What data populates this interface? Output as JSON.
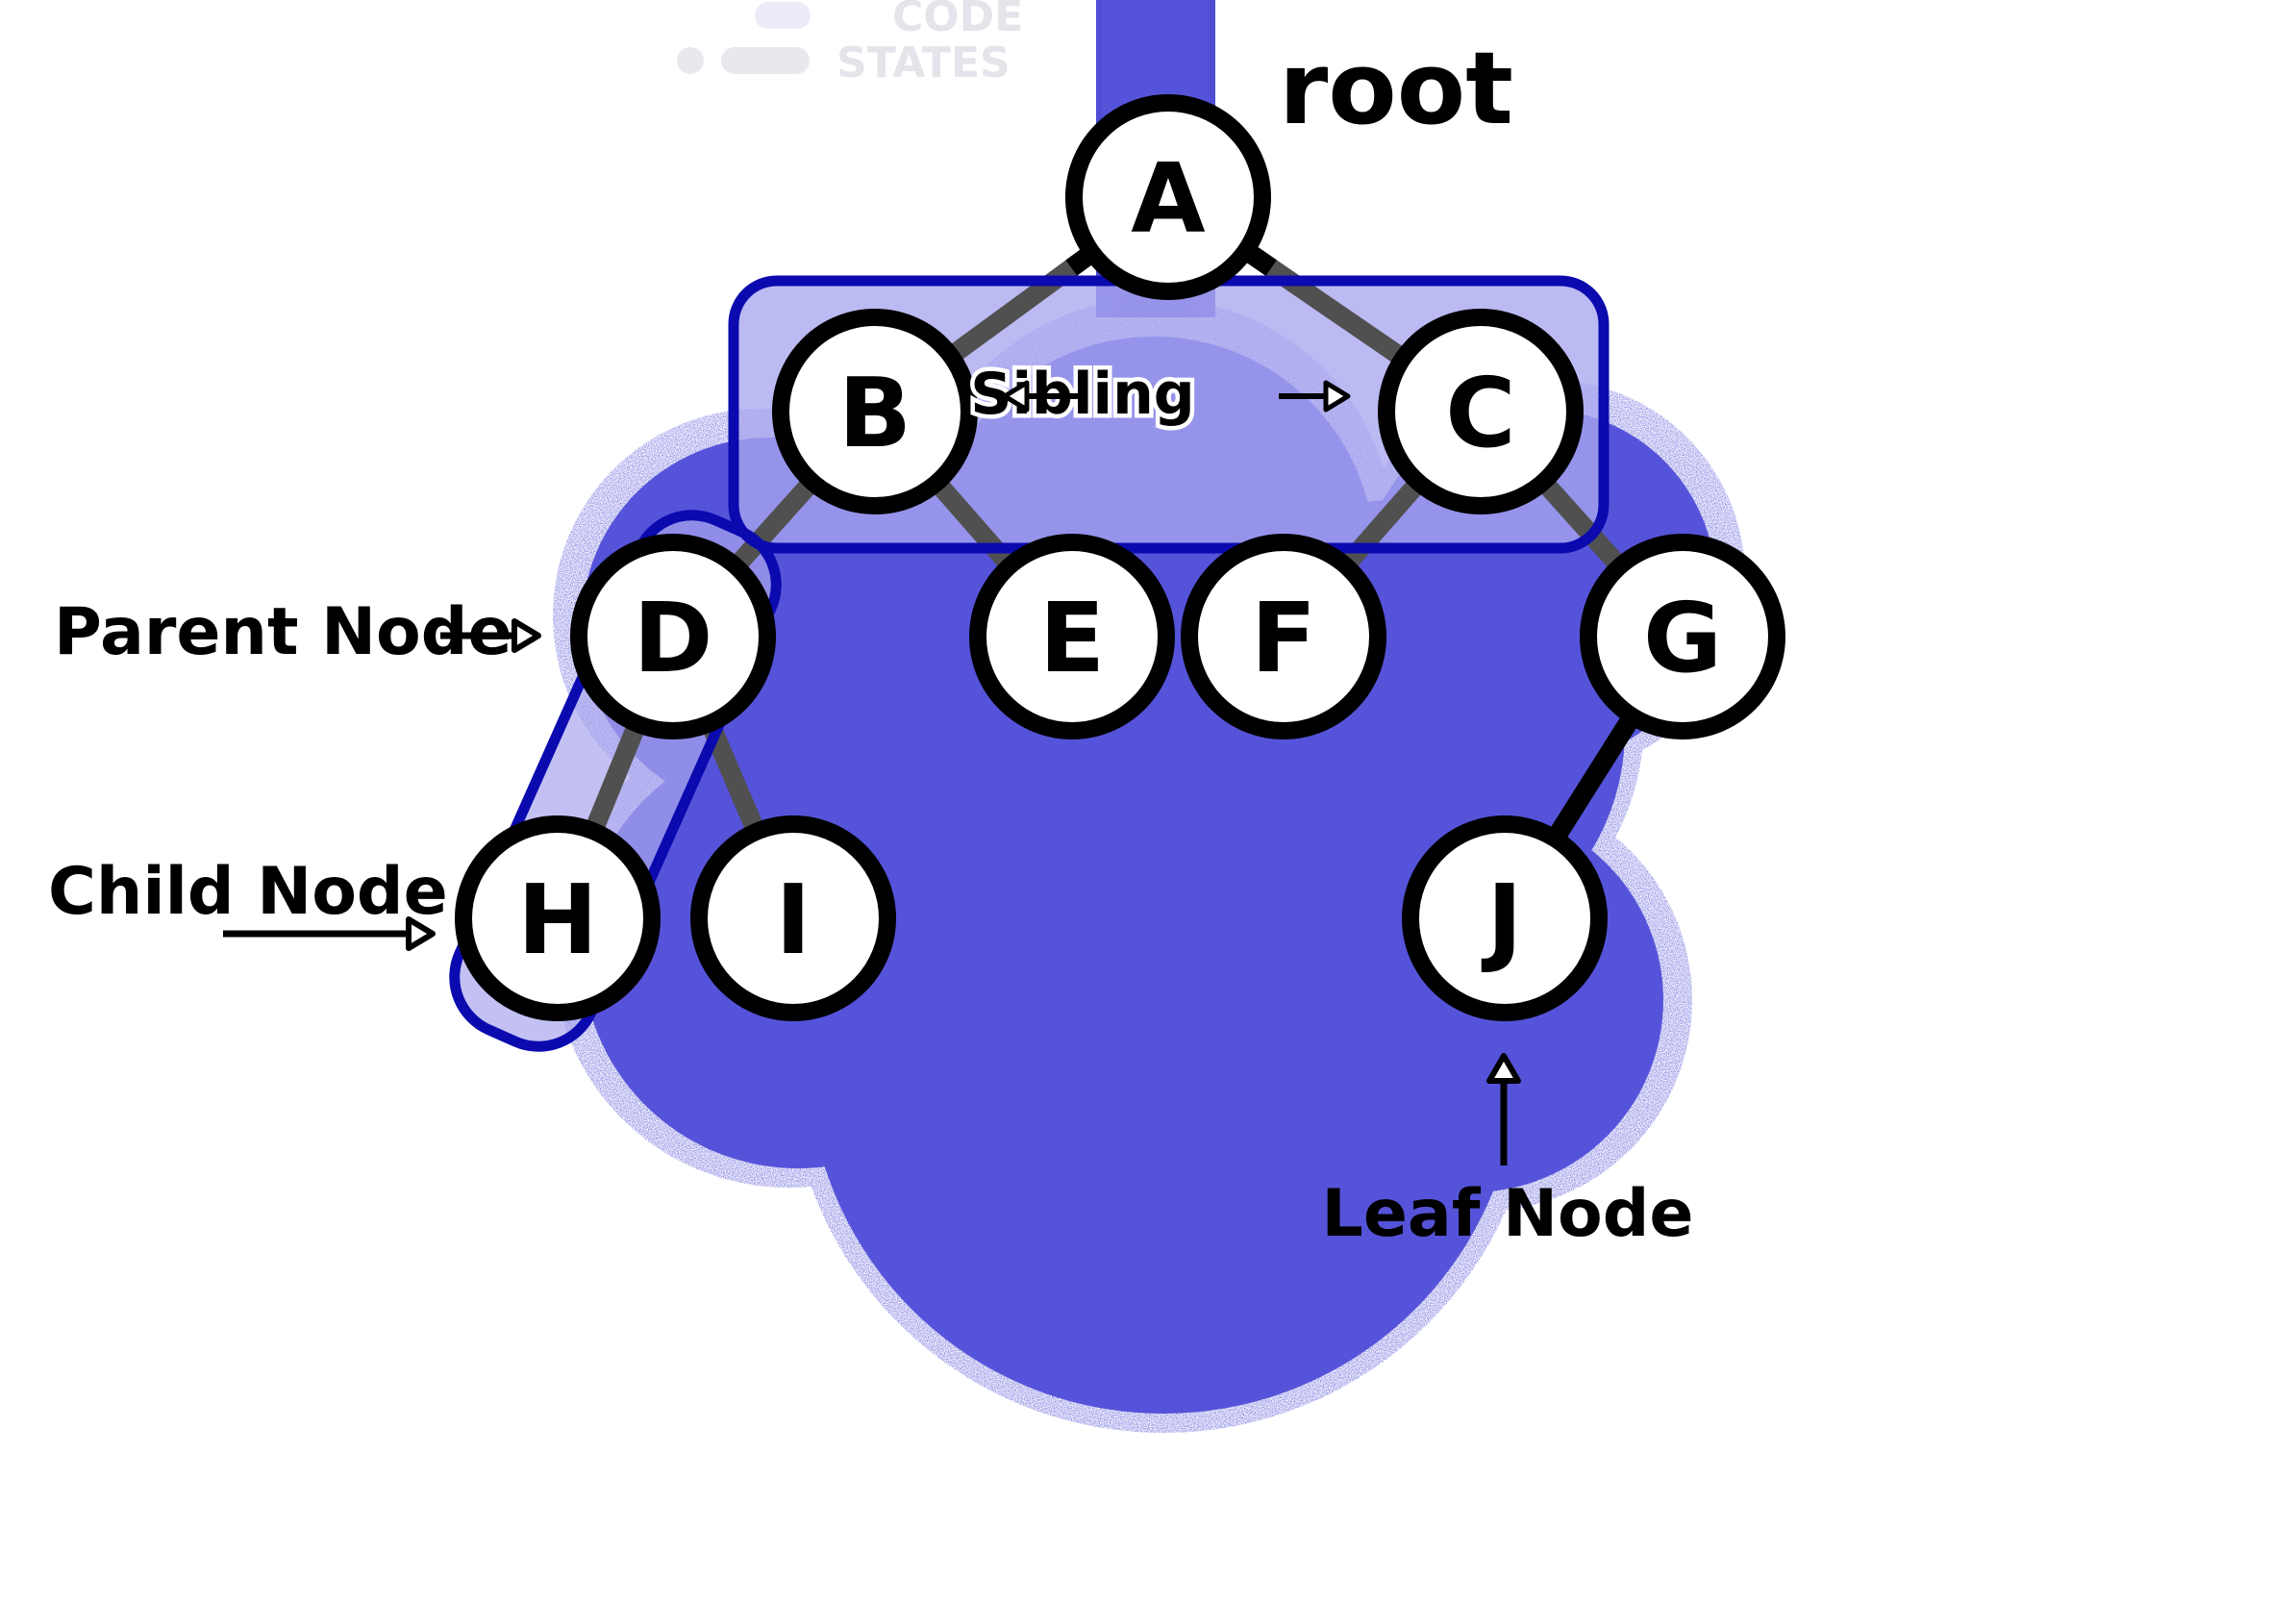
{
  "logo": {
    "line1": "CODE",
    "line2": "STATES"
  },
  "colors": {
    "tree_fill": "#5553d9",
    "tree_dark": "#4a48cc",
    "highlight_box": "#0b0aaf",
    "highlight_fill": "#a8a6ec",
    "edge_black": "#000000",
    "edge_gray": "#505050",
    "node_fill": "#ffffff",
    "node_stroke": "#000000",
    "logo": "#e4e4ea"
  },
  "labels": {
    "root": "root",
    "sibling": "Sibling",
    "parent_node": "Parent Node",
    "child_node": "Child Node",
    "leaf_node": "Leaf Node"
  },
  "tree": {
    "nodes": [
      "A",
      "B",
      "C",
      "D",
      "E",
      "F",
      "G",
      "H",
      "I",
      "J"
    ],
    "edges": [
      [
        "A",
        "B"
      ],
      [
        "A",
        "C"
      ],
      [
        "B",
        "D"
      ],
      [
        "B",
        "E"
      ],
      [
        "C",
        "F"
      ],
      [
        "C",
        "G"
      ],
      [
        "D",
        "H"
      ],
      [
        "D",
        "I"
      ],
      [
        "G",
        "J"
      ]
    ]
  }
}
